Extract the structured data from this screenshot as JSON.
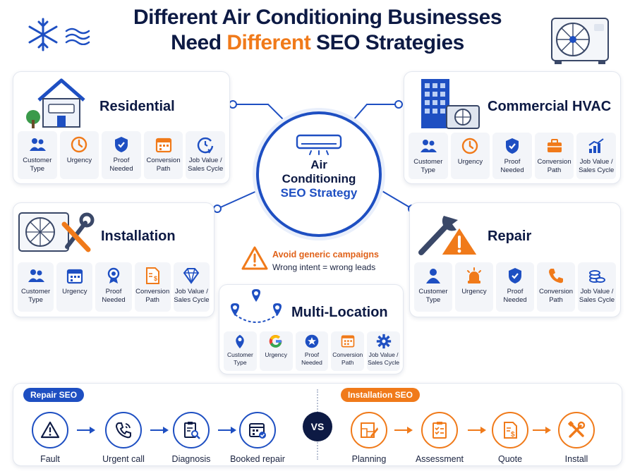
{
  "header": {
    "title_line1": "Different Air Conditioning Businesses",
    "title_line2_a": "Need ",
    "title_line2_accent": "Different",
    "title_line2_b": " SEO Strategies"
  },
  "center": {
    "line1": "Air",
    "line2": "Conditioning",
    "line3": "SEO Strategy"
  },
  "warning": {
    "title": "Avoid generic campaigns",
    "subtitle": "Wrong intent = wrong leads"
  },
  "cards": {
    "residential": {
      "title": "Residential",
      "attrs": [
        "Customer\nType",
        "Urgency",
        "Proof\nNeeded",
        "Conversion\nPath",
        "Job Value /\nSales Cycle"
      ]
    },
    "commercial": {
      "title": "Commercial HVAC",
      "attrs": [
        "Customer\nType",
        "Urgency",
        "Proof\nNeeded",
        "Conversion\nPath",
        "Job Value /\nSales Cycle"
      ]
    },
    "installation": {
      "title": "Installation",
      "attrs": [
        "Customer\nType",
        "Urgency",
        "Proof\nNeeded",
        "Conversion\nPath",
        "Job Value /\nSales Cycle"
      ]
    },
    "repair": {
      "title": "Repair",
      "attrs": [
        "Customer\nType",
        "Urgency",
        "Proof\nNeeded",
        "Conversion\nPath",
        "Job Value /\nSales Cycle"
      ]
    },
    "multi": {
      "title": "Multi-Location",
      "attrs": [
        "Customer\nType",
        "Urgency",
        "Proof\nNeeded",
        "Conversion\nPath",
        "Job Value /\nSales Cycle"
      ]
    }
  },
  "flows": {
    "repair": {
      "label": "Repair SEO",
      "steps": [
        "Fault",
        "Urgent call",
        "Diagnosis",
        "Booked repair"
      ]
    },
    "vs": "VS",
    "installation": {
      "label": "Installation SEO",
      "steps": [
        "Planning",
        "Assessment",
        "Quote",
        "Install"
      ]
    }
  },
  "colors": {
    "blue": "#1e4fc2",
    "orange": "#f07a1a",
    "navy": "#0d1a44"
  }
}
